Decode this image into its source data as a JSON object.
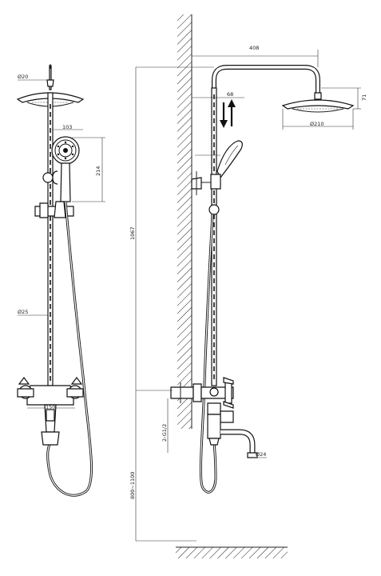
{
  "dimensions": {
    "d20": "Ø20",
    "w103": "103",
    "h214": "214",
    "d25": "Ø25",
    "w150": "150",
    "h1067": "1067",
    "h800_1100": "800~1100",
    "thread": "2-G1/2",
    "w408": "408",
    "w68": "68",
    "h71": "71",
    "d210": "Ø210",
    "d24": "Ø24"
  }
}
